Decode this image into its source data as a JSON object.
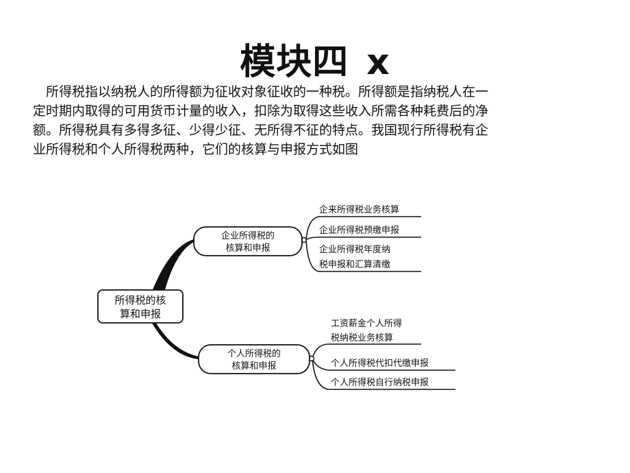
{
  "slide": {
    "title": "模块四",
    "title_suffix": "x",
    "paragraph_lines": [
      "所得税指以纳税人的所得额为征收对象征收的一种税。所得额是指纳税人在一",
      "定时期内取得的可用货币计量的收入，扣除为取得这些收入所需各种耗费后的净",
      "额。所得税具有多得多征、少得少征、无所得不征的特点。我国现行所得税有企",
      "业所得税和个人所得税两种，它们的核算与申报方式如图"
    ]
  },
  "mindmap": {
    "root": {
      "lines": [
        "所得税的核",
        "算和申报"
      ]
    },
    "branches": [
      {
        "lines": [
          "企业所得税的",
          "核算和申报"
        ],
        "leaves": [
          {
            "lines": [
              "企来所得税业务核算"
            ]
          },
          {
            "lines": [
              "企业所得税预缴申报"
            ]
          },
          {
            "lines": [
              "企业所得税年度纳",
              "税申报和汇算清缴"
            ]
          }
        ]
      },
      {
        "lines": [
          "个人所得税的",
          "核算和申报"
        ],
        "leaves": [
          {
            "lines": [
              "工资薪金个人所得",
              "税纳税业务核算"
            ]
          },
          {
            "lines": [
              "个人所得税代扣代缴申报"
            ]
          },
          {
            "lines": [
              "个人所得税自行纳税申报"
            ]
          }
        ]
      }
    ]
  }
}
